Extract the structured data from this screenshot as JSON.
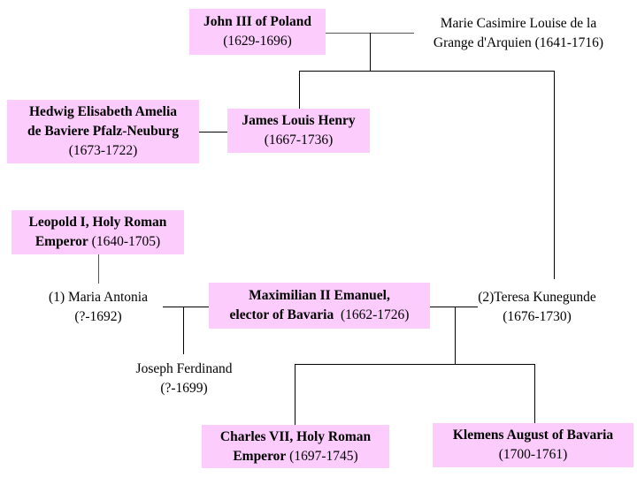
{
  "people": {
    "john": {
      "name": "John III of Poland",
      "dates": "(1629-1696)"
    },
    "marie": {
      "line1": "Marie Casimire Louise de la",
      "line2": "Grange d'Arquien (1641-1716)"
    },
    "hedwig": {
      "name1": "Hedwig Elisabeth Amelia",
      "name2": "de Baviere Pfalz-Neuburg",
      "dates": "(1673-1722)"
    },
    "james": {
      "name": "James Louis Henry",
      "dates": "(1667-1736)"
    },
    "leopold": {
      "name1": "Leopold I, Holy Roman",
      "name2": "Emperor",
      "dates": "(1640-1705)"
    },
    "maria": {
      "line1": "(1) Maria Antonia",
      "line2": "(?-1692)"
    },
    "max": {
      "name1": "Maximilian II Emanuel,",
      "name2": "elector of Bavaria",
      "dates": "(1662-1726)"
    },
    "teresa": {
      "line1": "(2)Teresa Kunegunde",
      "line2": "(1676-1730)"
    },
    "joseph": {
      "line1": "Joseph Ferdinand",
      "line2": "(?-1699)"
    },
    "charles": {
      "name1": "Charles VII, Holy Roman",
      "name2": "Emperor",
      "dates": "(1697-1745)"
    },
    "klemens": {
      "name": "Klemens August of Bavaria",
      "dates": "(1700-1761)"
    }
  },
  "colors": {
    "box": "#fccdfc",
    "line": "#000000"
  }
}
